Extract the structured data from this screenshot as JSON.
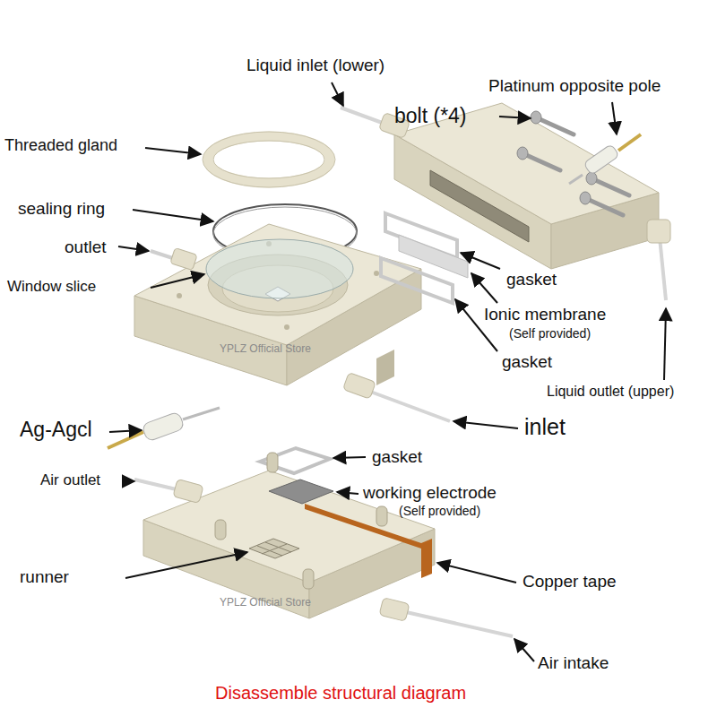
{
  "diagram": {
    "caption": "Disassemble structural diagram",
    "labels": [
      "Liquid inlet (lower)",
      "Platinum opposite pole",
      "bolt (*4)",
      "Threaded gland",
      "sealing ring",
      "outlet",
      "Window slice",
      "gasket",
      "Ionic membrane",
      "(Self provided)",
      "gasket",
      "Liquid outlet (upper)",
      "Ag-Agcl",
      "inlet",
      "Air outlet",
      "gasket",
      "working electrode",
      "(Self provided)",
      "runner",
      "Copper tape",
      "Air intake",
      "YPLZ Official Store",
      "YPLZ Official Store"
    ]
  }
}
